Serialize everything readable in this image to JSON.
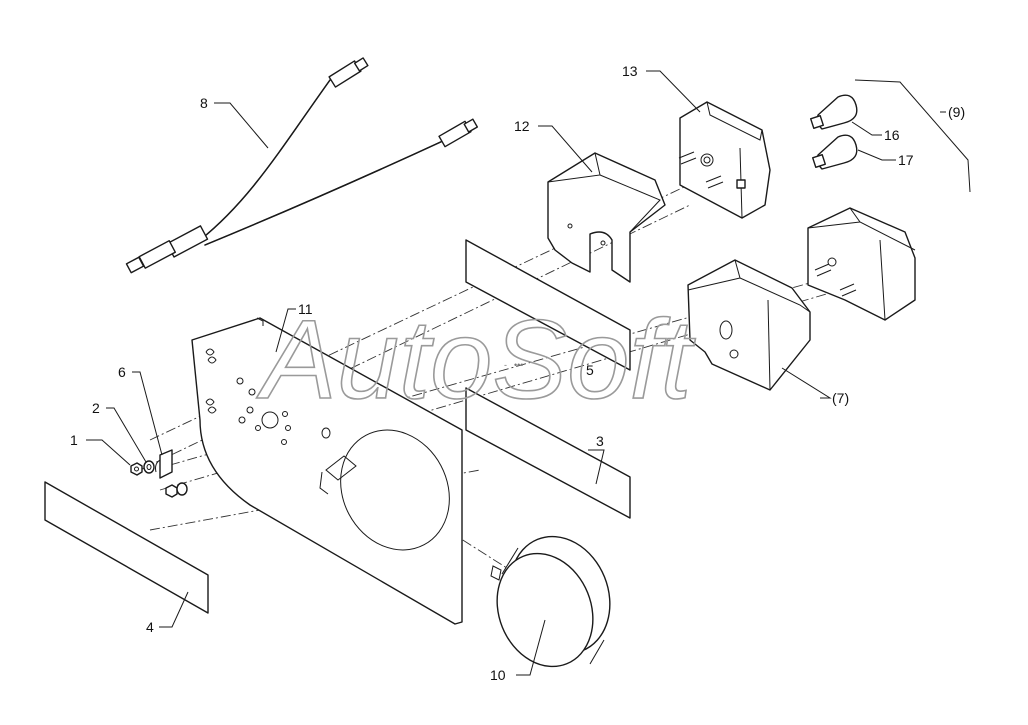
{
  "watermark": "AutoSoft",
  "callouts": {
    "c1": "1",
    "c2": "2",
    "c3": "3",
    "c4": "4",
    "c5": "5",
    "c6": "6",
    "c7": "(7)",
    "c8": "8",
    "c9": "(9)",
    "c10": "10",
    "c11": "11",
    "c12": "12",
    "c13": "13",
    "c16": "16",
    "c17": "17"
  }
}
